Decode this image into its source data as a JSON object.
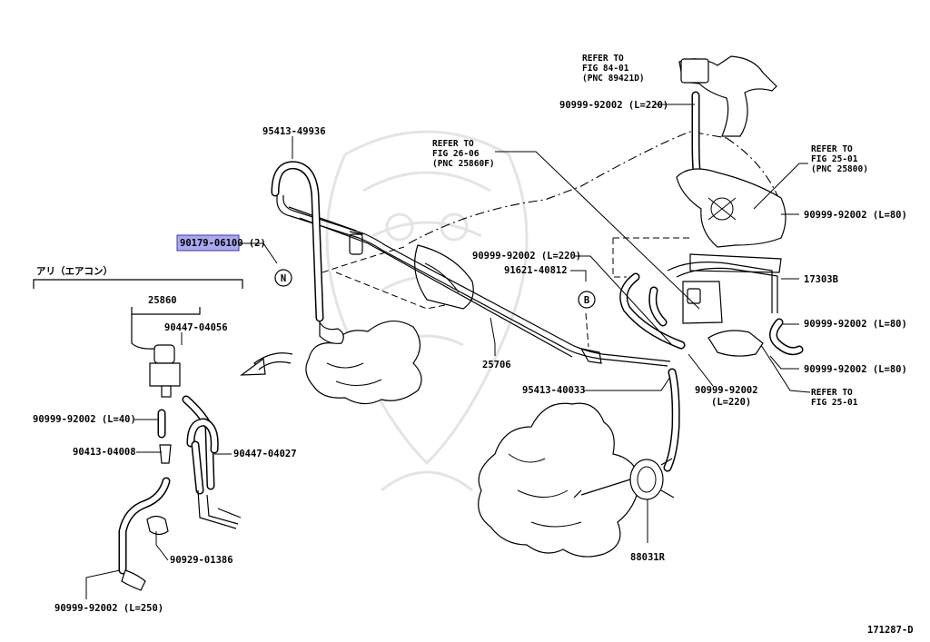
{
  "diagram_id": "171287-D",
  "section_label": "アリ（エアコン）",
  "refs": {
    "fig_84": [
      "REFER TO",
      "FIG 84-01",
      "(PNC 89421D)"
    ],
    "fig_26": [
      "REFER TO",
      "FIG 26-06",
      "(PNC 25860F)"
    ],
    "fig_25_top": [
      "REFER TO",
      "FIG 25-01",
      "(PNC 25800)"
    ],
    "fig_25_bottom": [
      "REFER TO",
      "FIG 25-01"
    ]
  },
  "parts": {
    "p95413_49936": "95413-49936",
    "p90179_06100": "90179-06100 (2)",
    "p25860": "25860",
    "p90447_04056": "90447-04056",
    "p90999_l40": "90999-92002 (L=40)",
    "p90413_04008": "90413-04008",
    "p90447_04027": "90447-04027",
    "p90929_01386": "90929-01386",
    "p90999_l250": "90999-92002 (L=250)",
    "p90999_l220_top": "90999-92002 (L=220)",
    "p90999_l80_a": "90999-92002 (L=80)",
    "p90999_l220_mid": "90999-92002 (L=220)",
    "p91621_40812": "91621-40812",
    "p17303B": "17303B",
    "p90999_l80_b": "90999-92002 (L=80)",
    "p90999_l80_c": "90999-92002 (L=80)",
    "p25706": "25706",
    "p95413_40033": "95413-40033",
    "p90999_l220_low_1": "90999-92002",
    "p90999_l220_low_2": "(L=220)",
    "p88031R": "88031R"
  },
  "callouts": {
    "n": "N",
    "b": "B"
  },
  "highlight_color": "#a9a9f2"
}
